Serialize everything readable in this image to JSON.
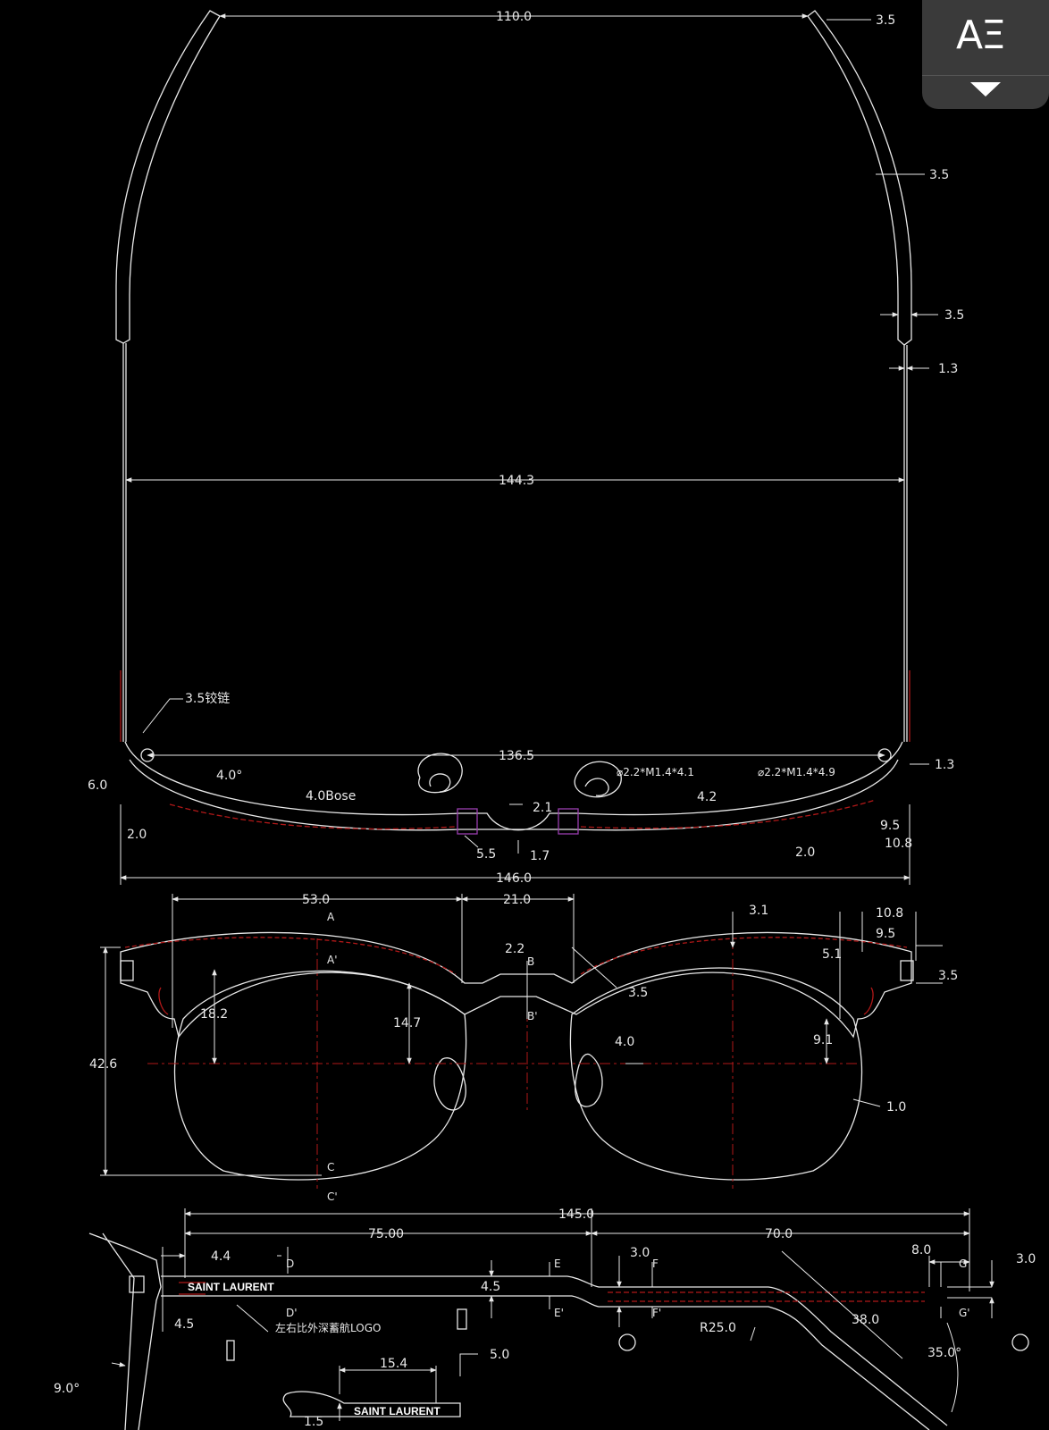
{
  "toolbar": {
    "label": "AΞ",
    "icon": "dropdown-arrow-icon"
  },
  "top_view": {
    "dims": {
      "temple_tip_span": "110.0",
      "temple_tip_top": "3.5",
      "temple_mid": "3.5",
      "temple_lower": "3.5",
      "temple_wire": "1.3",
      "inner_width": "144.3",
      "hinge": "3.5铰链",
      "hinge_span": "136.5",
      "hinge_right": "1.3",
      "screw_left": "⌀2.2*M1.4*4.1",
      "screw_right": "⌀2.2*M1.4*4.9",
      "end_piece": "6.0",
      "angle": "4.0°",
      "base": "4.0Bose",
      "thickness_left": "2.0",
      "pad_arm": "5.5",
      "bridge_gap": "2.1",
      "bridge_thick": "1.7",
      "rim_right": "4.2",
      "rim_right_lower": "2.0",
      "end_right_a": "9.5",
      "end_right_b": "10.8",
      "overall_width": "146.0"
    }
  },
  "front_view": {
    "dims": {
      "lens_width": "53.0",
      "bridge_width": "21.0",
      "browline": "3.1",
      "end_width_a": "10.8",
      "end_width_b": "9.5",
      "brow_thick": "5.1",
      "end_height": "3.5",
      "bridge_top": "2.2",
      "rim_inner": "3.5",
      "lens_upper": "18.2",
      "pad_height": "14.7",
      "pad_offset": "4.0",
      "right_upper": "9.1",
      "rim_wire": "1.0",
      "lens_height": "42.6"
    },
    "sections": [
      "A",
      "A'",
      "B",
      "B'",
      "C",
      "C'"
    ]
  },
  "side_view": {
    "dims": {
      "temple_length": "145.0",
      "front_part": "75.00",
      "back_part": "70.0",
      "start_offset": "4.4",
      "height_e": "3.0",
      "tip_offset": "8.0",
      "tip_height": "3.0",
      "temple_height": "4.5",
      "start_height": "4.5",
      "radius": "R25.0",
      "bend_length": "38.0",
      "bend_angle": "35.0°",
      "pantoscopic": "9.0°",
      "logo_length": "15.4",
      "logo_offset": "5.0",
      "logo_depth": "1.5"
    },
    "brand_text": "SAINT LAURENT",
    "logo_note": "左右比外深蓄航LOGO",
    "sections": [
      "D",
      "D'",
      "E",
      "E'",
      "F",
      "F'",
      "G",
      "G'"
    ]
  },
  "colors": {
    "background": "#000000",
    "line": "#e8e8e8",
    "accent_red": "#b01818",
    "accent_purple": "#9a3fb0",
    "panel": "#3a3a3a"
  }
}
